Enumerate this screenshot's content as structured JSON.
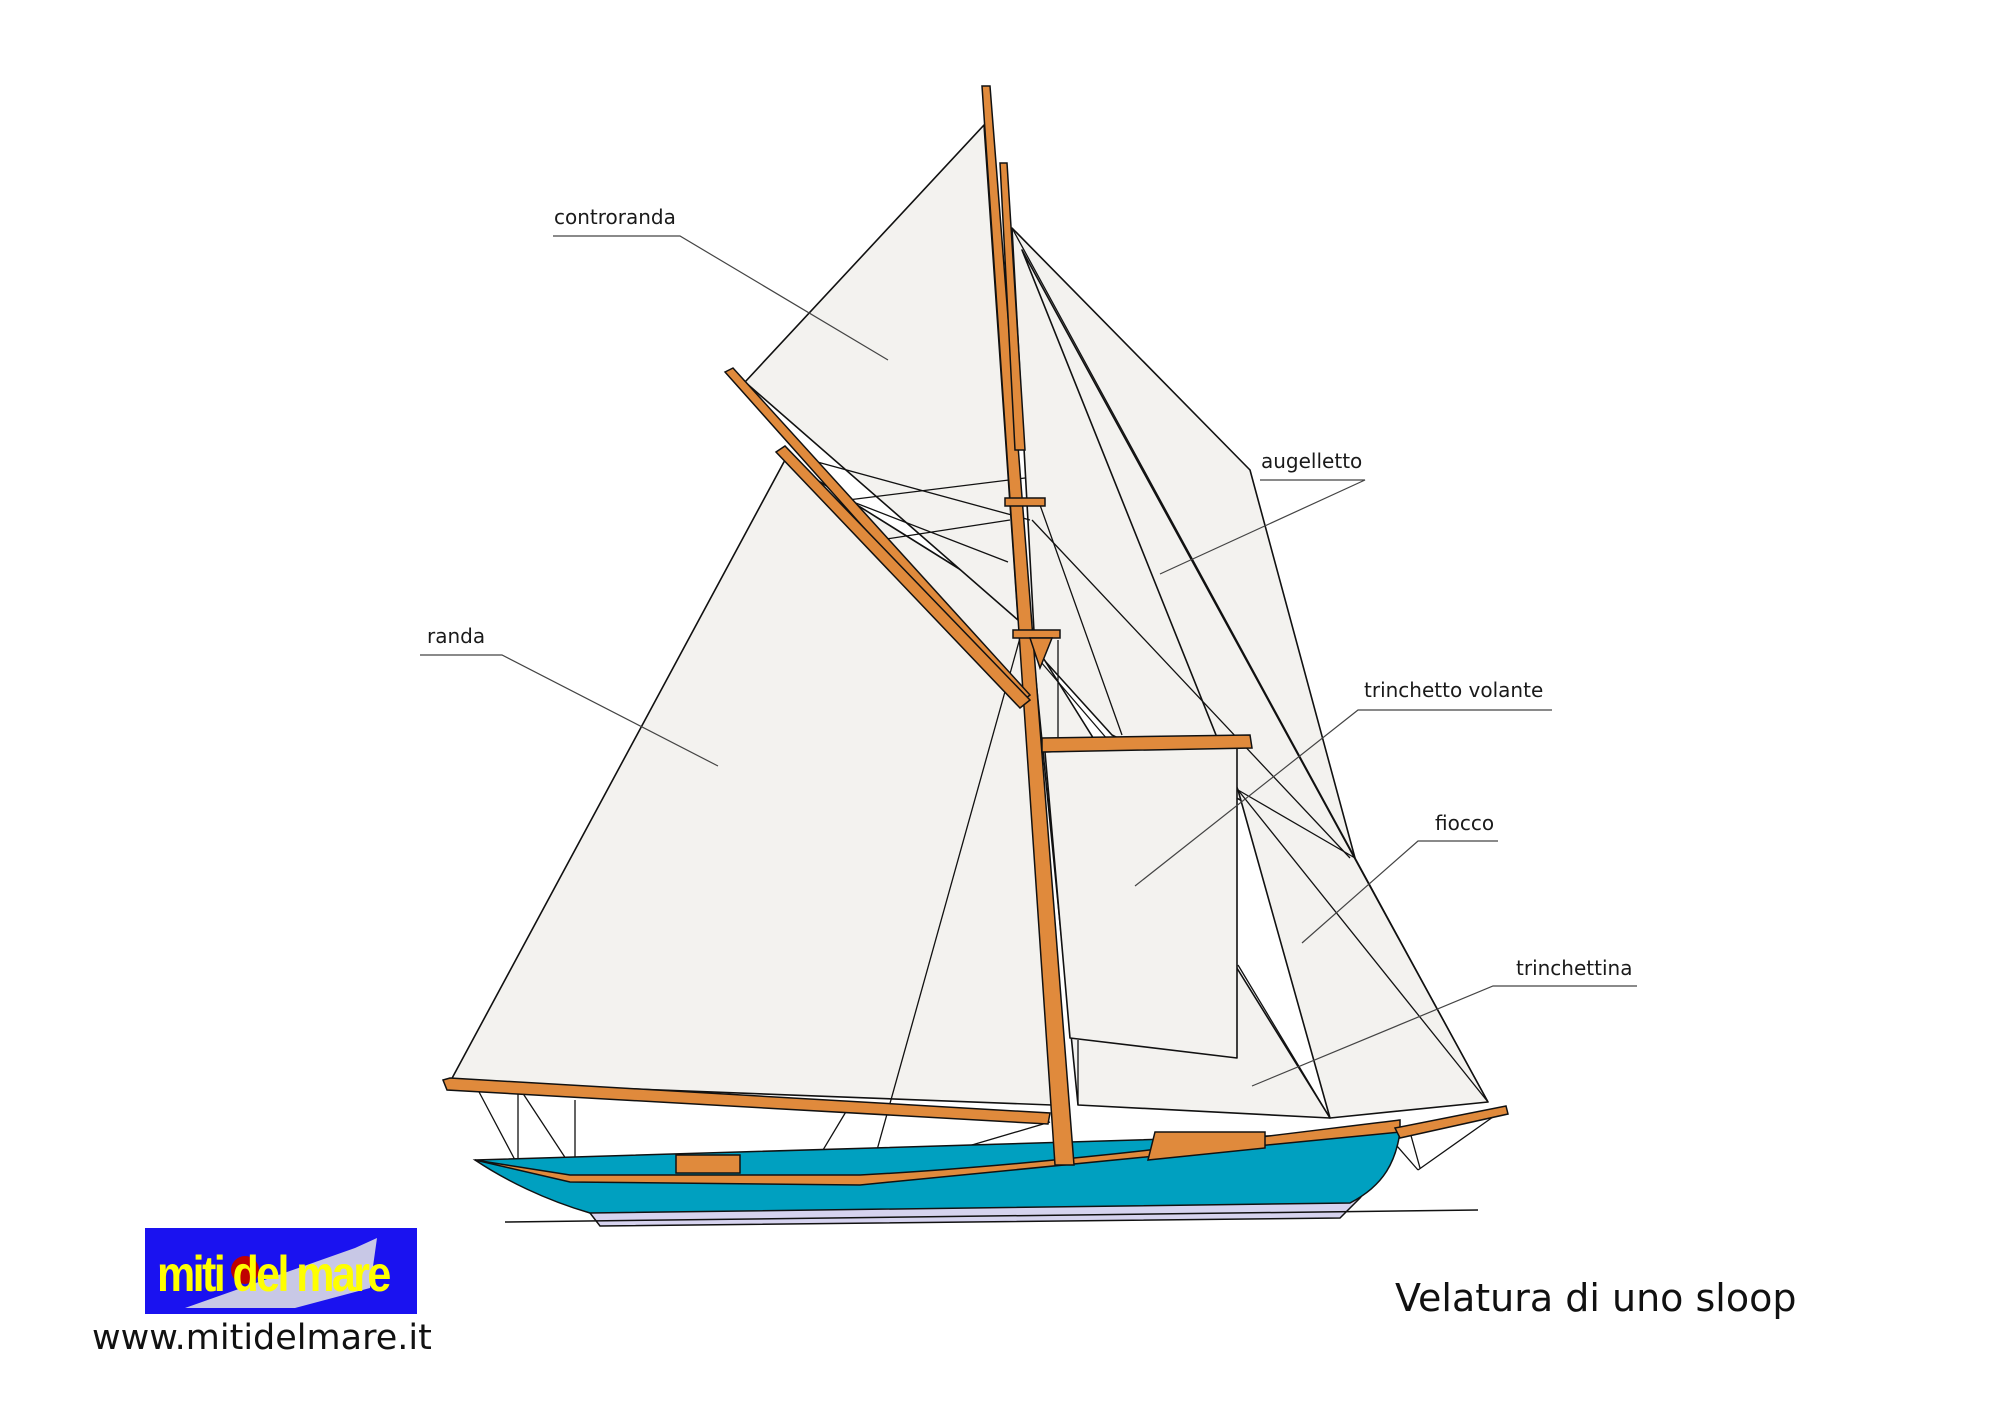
{
  "diagram": {
    "caption": "Velatura di uno sloop",
    "labels": {
      "controranda": "controranda",
      "augelletto": "augelletto",
      "randa": "randa",
      "trinchetto_volante": "trinchetto volante",
      "fiocco": "fiocco",
      "trinchettina": "trinchettina"
    }
  },
  "branding": {
    "logo_text": "miti del mare",
    "website": "www.mitidelmare.it"
  },
  "colors": {
    "sail": "#f3f2ef",
    "spar": "#e08a3c",
    "hull": "#00a0c0",
    "keel": "#d6d3ef",
    "logo_bg": "#1a12f0",
    "logo_text": "#ffff00"
  }
}
